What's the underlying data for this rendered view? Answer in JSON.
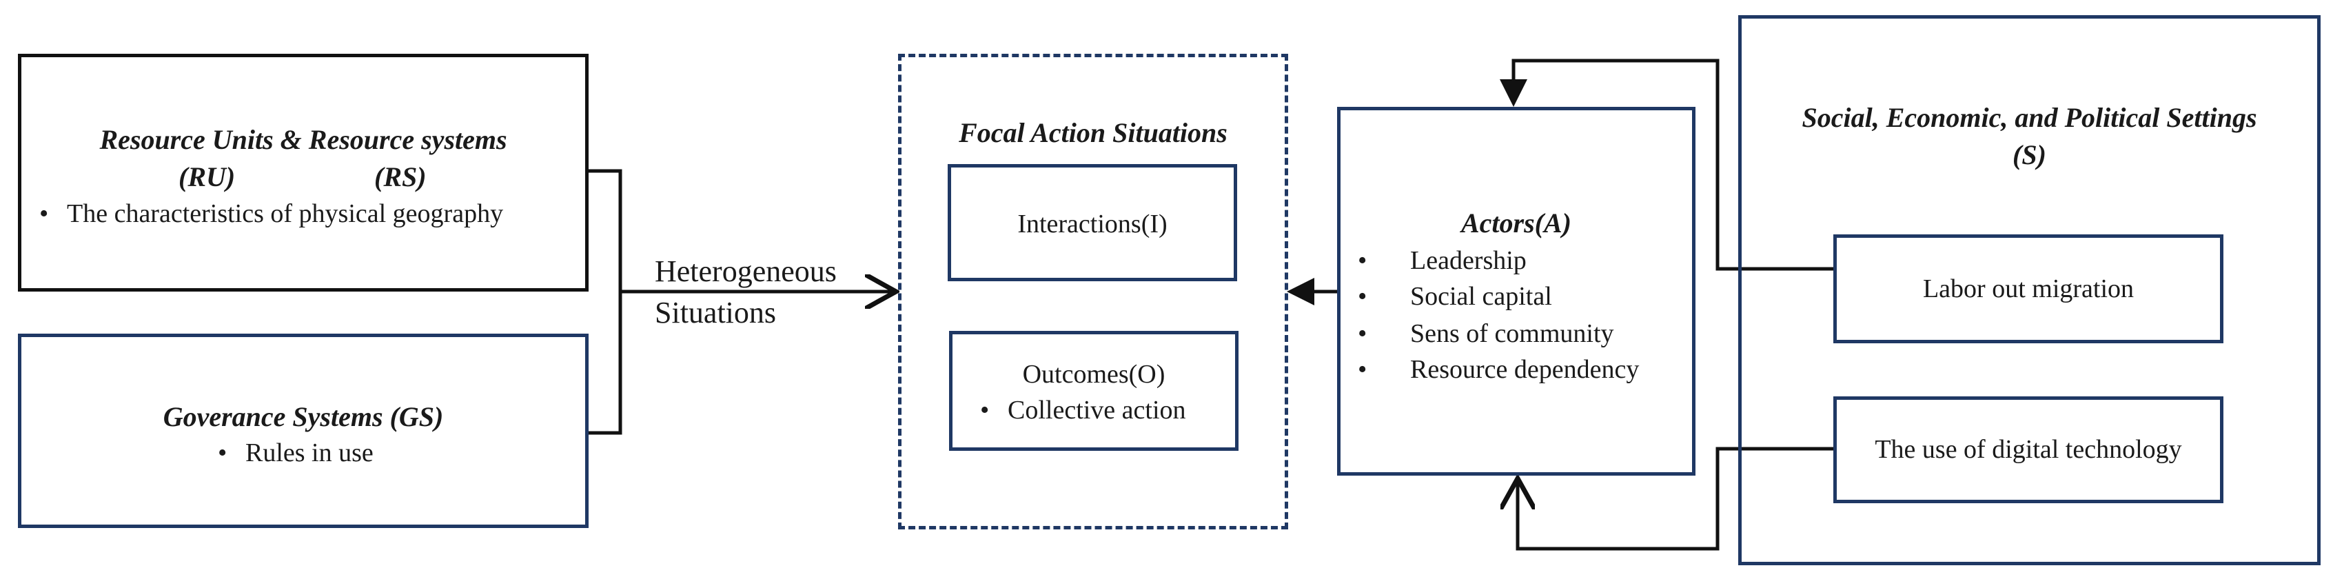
{
  "diagram": {
    "ru_rs": {
      "title_line1": "Resource Units & Resource systems",
      "title_ru": "(RU)",
      "title_rs": "(RS)",
      "bullets": [
        "The characteristics of physical geography"
      ]
    },
    "gs": {
      "title": "Goverance Systems (GS)",
      "bullets": [
        "Rules in use"
      ]
    },
    "connector_label_line1": "Heterogeneous",
    "connector_label_line2": "Situations",
    "focal": {
      "title": "Focal Action Situations",
      "interactions": "Interactions(I)",
      "outcomes_title": "Outcomes(O)",
      "outcomes_bullets": [
        "Collective action"
      ]
    },
    "actors": {
      "title": "Actors(A)",
      "bullets": [
        "Leadership",
        "Social capital",
        "Sens of community",
        "Resource dependency"
      ]
    },
    "settings": {
      "title_line1": "Social, Economic, and Political Settings",
      "title_line2": "(S)",
      "labor": "Labor out migration",
      "digital": "The use of digital technology"
    },
    "bullet_glyph": "•",
    "colors": {
      "navy": "#1f3864",
      "black": "#111111"
    }
  }
}
